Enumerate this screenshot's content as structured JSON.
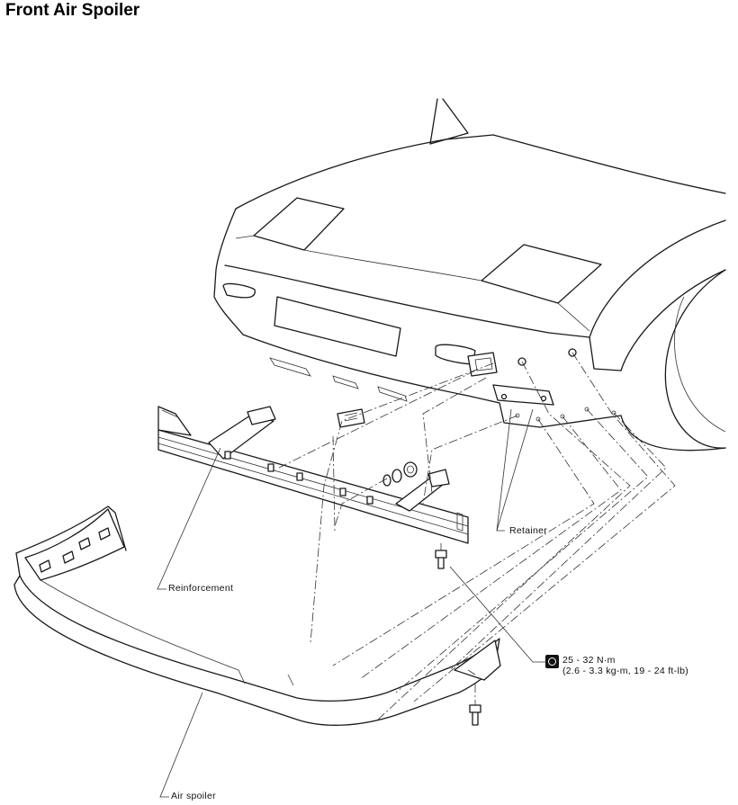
{
  "title": "Front Air Spoiler",
  "labels": {
    "retainer": "Retainer",
    "reinforcement": "Reinforcement",
    "air_spoiler": "Air spoiler"
  },
  "torque": {
    "icon": "torque-wrench-icon",
    "value": "25 - 32 N·m",
    "alt_units": "(2.6 - 3.3 kg-m, 19 - 24 ft-lb)"
  }
}
